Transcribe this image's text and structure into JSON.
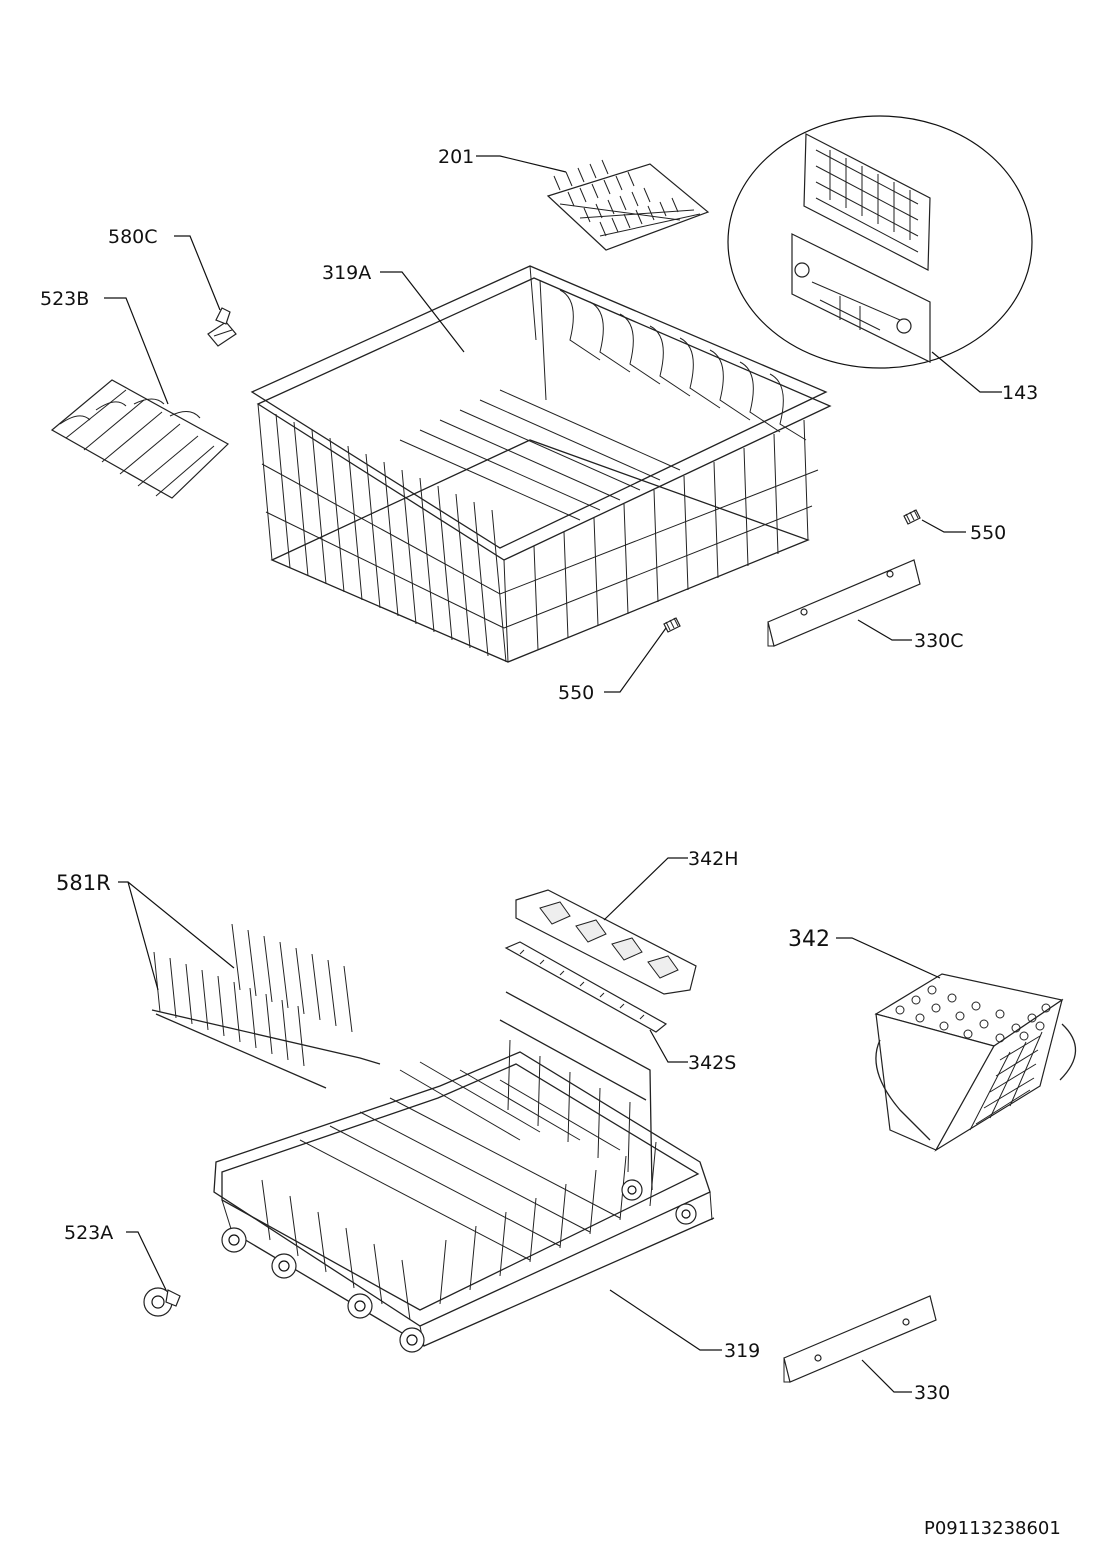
{
  "diagram": {
    "labels": {
      "l201": "201",
      "l580c": "580C",
      "l523b": "523B",
      "l319a": "319A",
      "l143": "143",
      "l550a": "550",
      "l550b": "550",
      "l330c": "330C",
      "l581r": "581R",
      "l342h": "342H",
      "l342": "342",
      "l342s": "342S",
      "l523a": "523A",
      "l319": "319",
      "l330": "330"
    },
    "footer_code": "P09113238601"
  }
}
